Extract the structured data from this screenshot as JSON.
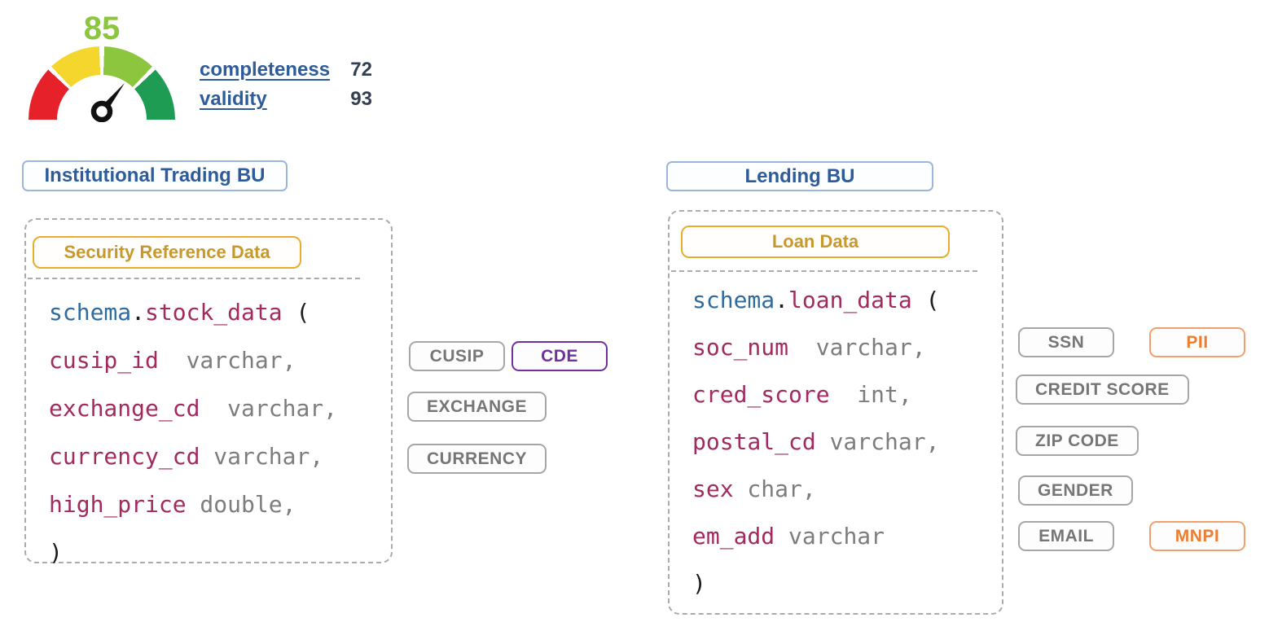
{
  "gauge": {
    "score": "85",
    "score_color": "#8CC63F",
    "segments": [
      "#E62129",
      "#F4D62C",
      "#8CC63F",
      "#1F9C53"
    ],
    "needle_color": "#111111"
  },
  "metrics": {
    "items": [
      {
        "label": "completeness",
        "value": "72"
      },
      {
        "label": "validity",
        "value": "93"
      }
    ]
  },
  "panels": [
    {
      "bu_name": "Institutional Trading",
      "bu_suffix": "BU",
      "dataset": "Security Reference Data",
      "code": [
        [
          {
            "t": "schema",
            "c": "blue"
          },
          {
            "t": ".",
            "c": "black"
          },
          {
            "t": "stock_data",
            "c": "maroon"
          },
          {
            "t": " (",
            "c": "black"
          }
        ],
        [
          {
            "t": "cusip_id",
            "c": "maroon"
          },
          {
            "t": "  varchar,",
            "c": "gray"
          }
        ],
        [
          {
            "t": "exchange_cd",
            "c": "maroon"
          },
          {
            "t": "  varchar,",
            "c": "gray"
          }
        ],
        [
          {
            "t": "currency_cd",
            "c": "maroon"
          },
          {
            "t": " varchar,",
            "c": "gray"
          }
        ],
        [
          {
            "t": "high_price",
            "c": "maroon"
          },
          {
            "t": " double,",
            "c": "gray"
          }
        ],
        [
          {
            "t": ")",
            "c": "black"
          }
        ]
      ],
      "tag_rows": [
        [
          {
            "label": "CUSIP",
            "style": "gray"
          },
          {
            "label": "CDE",
            "style": "purple"
          }
        ],
        [
          {
            "label": "EXCHANGE",
            "style": "gray"
          }
        ],
        [
          {
            "label": "CURRENCY",
            "style": "gray"
          }
        ]
      ]
    },
    {
      "bu_name": "Lending",
      "bu_suffix": "BU",
      "dataset": "Loan Data",
      "code": [
        [
          {
            "t": "schema",
            "c": "blue"
          },
          {
            "t": ".",
            "c": "black"
          },
          {
            "t": "loan_data",
            "c": "maroon"
          },
          {
            "t": " (",
            "c": "black"
          }
        ],
        [
          {
            "t": "soc_num",
            "c": "maroon"
          },
          {
            "t": "  varchar,",
            "c": "gray"
          }
        ],
        [
          {
            "t": "cred_score",
            "c": "maroon"
          },
          {
            "t": "  int,",
            "c": "gray"
          }
        ],
        [
          {
            "t": "postal_cd",
            "c": "maroon"
          },
          {
            "t": " varchar,",
            "c": "gray"
          }
        ],
        [
          {
            "t": "sex",
            "c": "maroon"
          },
          {
            "t": " char,",
            "c": "gray"
          }
        ],
        [
          {
            "t": "em_add",
            "c": "maroon"
          },
          {
            "t": " varchar",
            "c": "gray"
          }
        ],
        [
          {
            "t": ")",
            "c": "black"
          }
        ]
      ],
      "tag_rows": [
        [
          {
            "label": "SSN",
            "style": "gray"
          },
          {
            "label": "PII",
            "style": "orange"
          }
        ],
        [
          {
            "label": "CREDIT SCORE",
            "style": "gray"
          }
        ],
        [
          {
            "label": "ZIP CODE",
            "style": "gray"
          }
        ],
        [
          {
            "label": "GENDER",
            "style": "gray"
          }
        ],
        [
          {
            "label": "EMAIL",
            "style": "gray"
          },
          {
            "label": "MNPI",
            "style": "orange"
          }
        ]
      ]
    }
  ],
  "colors": {
    "code_blue": "#2F6B9E",
    "code_maroon": "#A22A5F",
    "code_gray": "#7D7D7D",
    "bu_blue": "#2E5B9A",
    "gold": "#C6992E",
    "gold_border": "#E8AC2F",
    "tag_gray": "#767676",
    "purple": "#7030A0",
    "orange": "#ED7D31"
  }
}
